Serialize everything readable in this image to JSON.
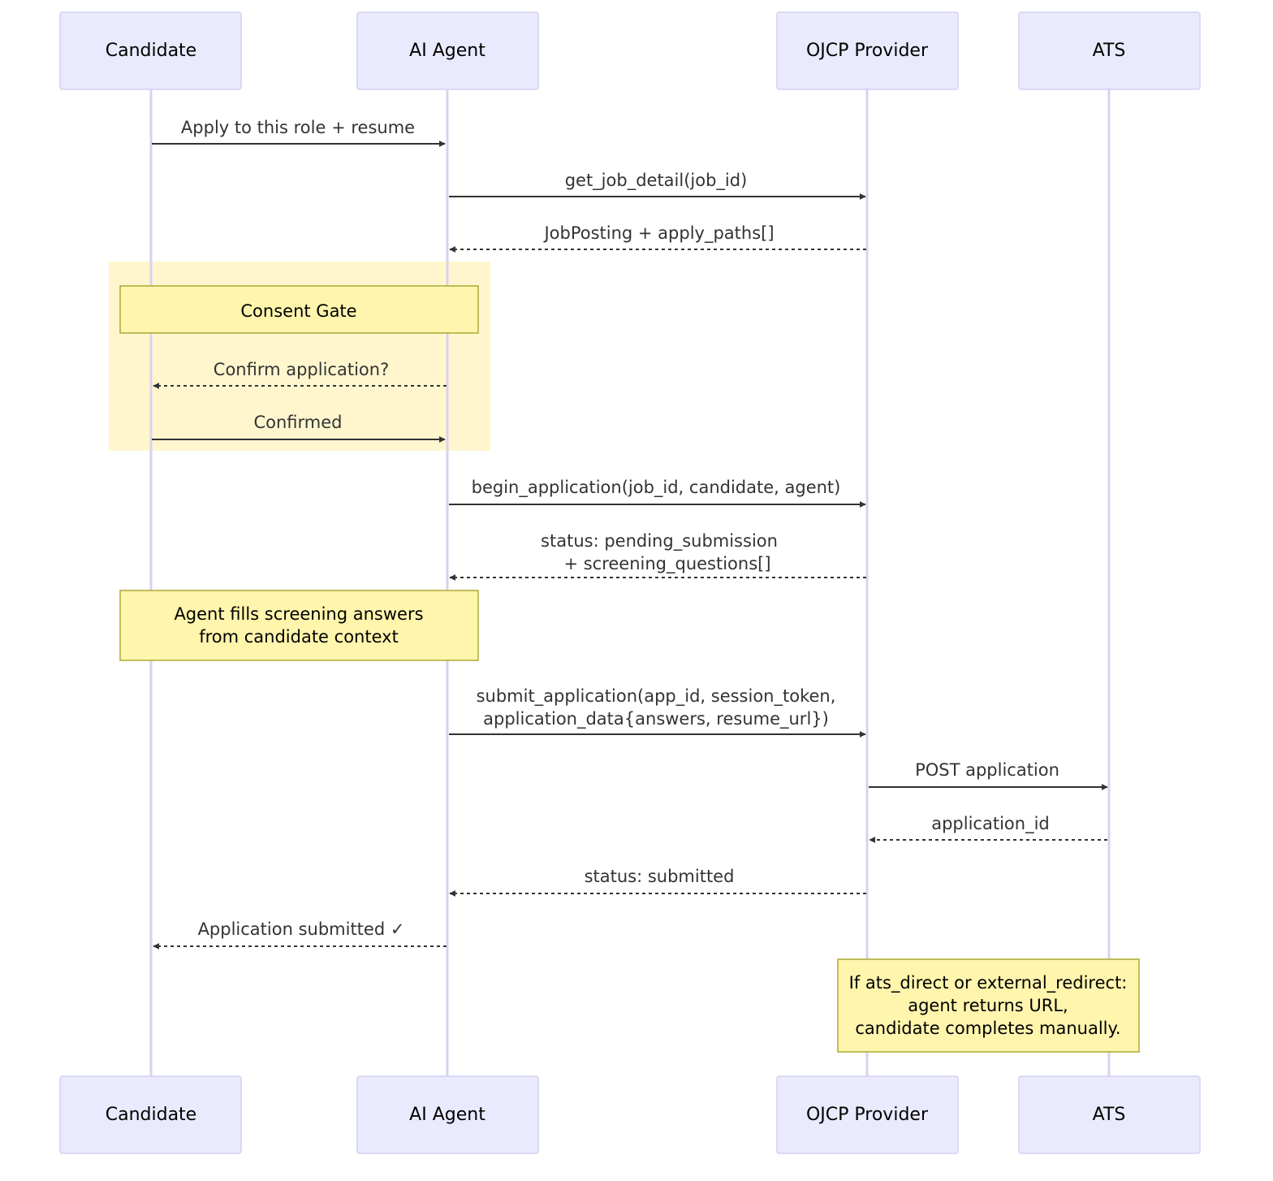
{
  "actors": [
    {
      "id": "candidate",
      "label": "Candidate"
    },
    {
      "id": "agent",
      "label": "AI Agent"
    },
    {
      "id": "provider",
      "label": "OJCP Provider"
    },
    {
      "id": "ats",
      "label": "ATS"
    }
  ],
  "messages": [
    {
      "id": "m1",
      "lines": [
        "Apply to this role + resume"
      ],
      "style": "solid"
    },
    {
      "id": "m2",
      "lines": [
        "get_job_detail(job_id)"
      ],
      "style": "solid"
    },
    {
      "id": "m3",
      "lines": [
        "JobPosting + apply_paths[]"
      ],
      "style": "dashed"
    },
    {
      "id": "m4",
      "lines": [
        "Confirm application?"
      ],
      "style": "dashed"
    },
    {
      "id": "m5",
      "lines": [
        "Confirmed"
      ],
      "style": "solid"
    },
    {
      "id": "m6",
      "lines": [
        "begin_application(job_id, candidate, agent)"
      ],
      "style": "solid"
    },
    {
      "id": "m7",
      "lines": [
        "status: pending_submission",
        "+ screening_questions[]"
      ],
      "style": "dashed"
    },
    {
      "id": "m8",
      "lines": [
        "submit_application(app_id, session_token,",
        "application_data{answers, resume_url})"
      ],
      "style": "solid"
    },
    {
      "id": "m9",
      "lines": [
        "POST application"
      ],
      "style": "solid"
    },
    {
      "id": "m10",
      "lines": [
        "application_id"
      ],
      "style": "dashed"
    },
    {
      "id": "m11",
      "lines": [
        "status: submitted"
      ],
      "style": "dashed"
    },
    {
      "id": "m12",
      "lines": [
        "Application submitted ✓"
      ],
      "style": "dashed"
    }
  ],
  "notes": [
    {
      "id": "n1",
      "lines": [
        "Consent Gate"
      ]
    },
    {
      "id": "n2",
      "lines": [
        "Agent fills screening answers",
        "from candidate context"
      ]
    },
    {
      "id": "n3",
      "lines": [
        "If ats_direct or external_redirect:",
        "agent returns URL,",
        "candidate completes manually."
      ]
    }
  ]
}
